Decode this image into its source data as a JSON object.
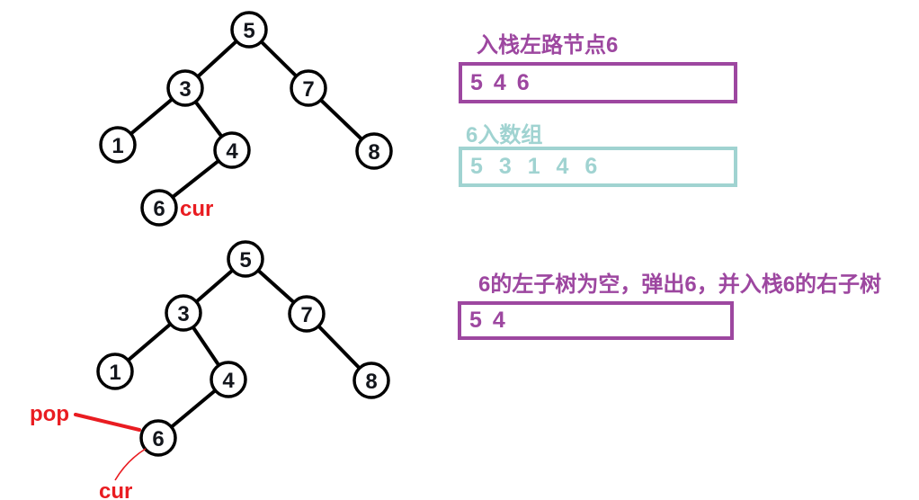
{
  "colors": {
    "purple": "#9d47a0",
    "teal": "#a0d3d1",
    "red": "#e91c21",
    "node_stroke": "#000000",
    "node_fill": "#ffffff",
    "node_text": "#13161c"
  },
  "top_tree": {
    "nodes": [
      "5",
      "3",
      "7",
      "1",
      "4",
      "8",
      "6"
    ],
    "cur_label": "cur"
  },
  "bottom_tree": {
    "nodes": [
      "5",
      "3",
      "7",
      "1",
      "4",
      "8",
      "6"
    ],
    "pop_label": "pop",
    "cur_label": "cur"
  },
  "top_panel": {
    "stack_title": "入栈左路节点6",
    "stack_values": [
      "5",
      "4",
      "6"
    ],
    "array_title": "6入数组",
    "array_values": [
      "5",
      "3",
      "1",
      "4",
      "6"
    ]
  },
  "bottom_panel": {
    "stack_title": "6的左子树为空，弹出6，并入栈6的右子树",
    "stack_values": [
      "5",
      "4"
    ]
  }
}
